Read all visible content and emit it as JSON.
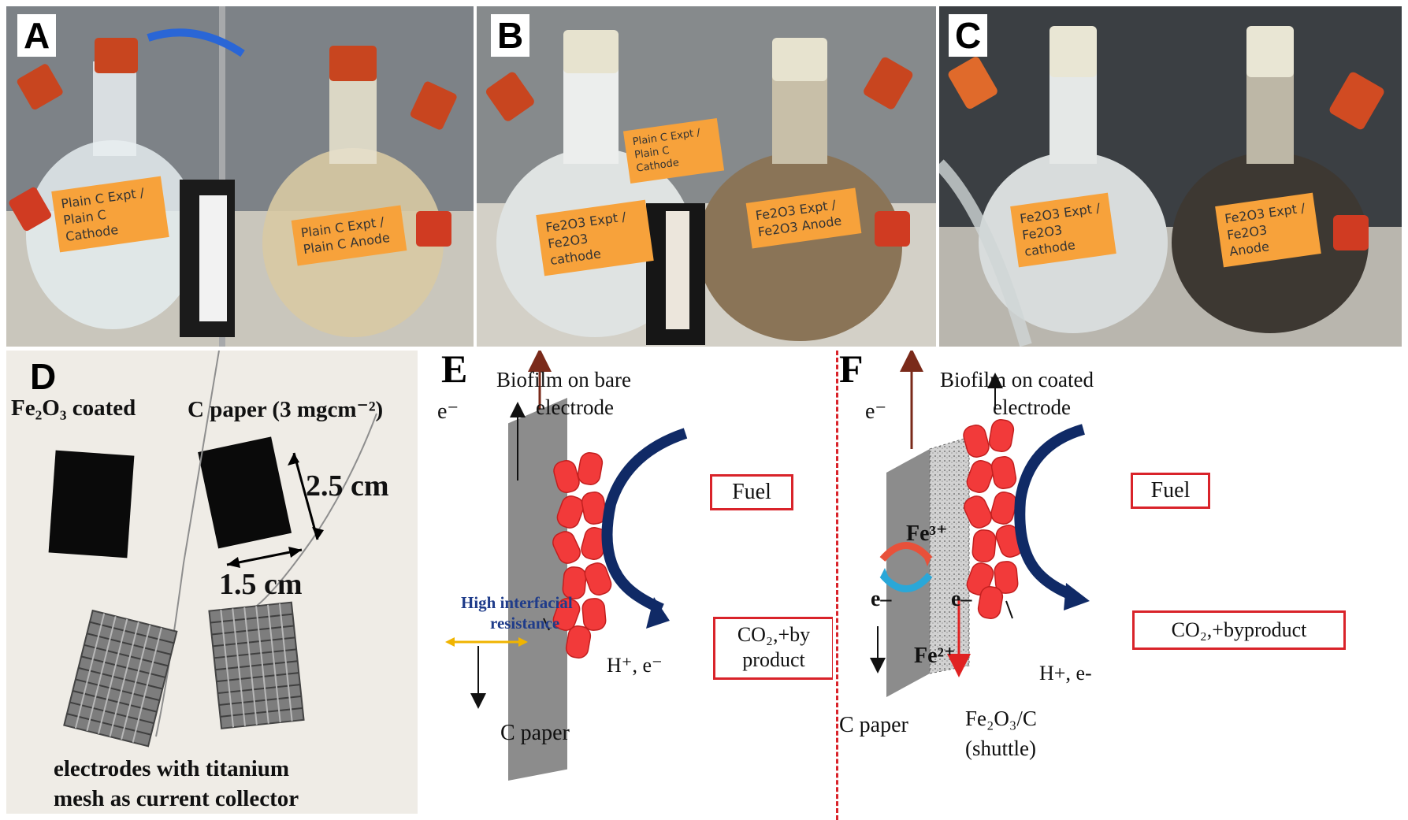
{
  "panels": {
    "a": {
      "tag": "A",
      "cathode_note": "Plain C Expt / Plain C Cathode",
      "anode_note": "Plain C Expt / Plain C Anode"
    },
    "b": {
      "tag": "B",
      "cathode_note": "Fe2O3 Expt / Fe2O3 cathode",
      "anode_note": "Fe2O3 Expt / Fe2O3 Anode",
      "extra_note": "Plain C Expt / Plain C Cathode"
    },
    "c": {
      "tag": "C",
      "cathode_note": "Fe2O3 Expt / Fe2O3 cathode",
      "anode_note": "Fe2O3 Expt / Fe2O3 Anode"
    },
    "d": {
      "tag": "D",
      "label_left": "Fe₂O₃ coated",
      "label_right": "C paper (3 mgcm⁻²)",
      "dim_height": "2.5 cm",
      "dim_width": "1.5 cm",
      "caption_line1": "electrodes with titanium",
      "caption_line2": "mesh as current collector"
    },
    "e": {
      "tag": "E",
      "biofilm_line1": "Biofilm on bare",
      "biofilm_line2": "electrode",
      "electron": "e⁻",
      "fuel": "Fuel",
      "product_line1": "CO₂,+by",
      "product_line2": "product",
      "protons": "H⁺, e⁻",
      "resistance_line1": "High interfacial",
      "resistance_line2": "resistance",
      "electrode": "C paper"
    },
    "f": {
      "tag": "F",
      "biofilm_line1": "Biofilm on coated",
      "biofilm_line2": "electrode",
      "electron": "e⁻",
      "fuel": "Fuel",
      "product": "CO₂,+byproduct",
      "fe3": "Fe³⁺",
      "fe2": "Fe²⁺",
      "e_left": "e–",
      "e_right": "e–",
      "protons": "H+, e-",
      "electrode": "C paper",
      "shuttle_line1": "Fe₂O₃/C",
      "shuttle_line2": "(shuttle)"
    }
  }
}
